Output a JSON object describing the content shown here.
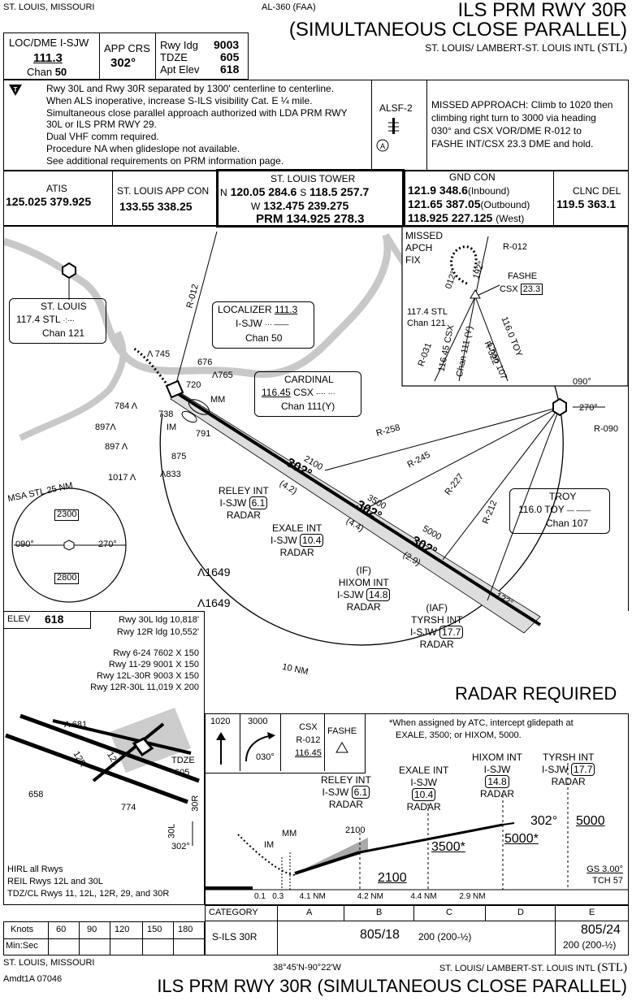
{
  "header": {
    "city_state": "ST. LOUIS, MISSOURI",
    "chart_id": "AL-360 (FAA)",
    "title_line1": "ILS PRM RWY 30R",
    "title_line2": "(SIMULTANEOUS CLOSE PARALLEL)",
    "airport": "ST. LOUIS/ LAMBERT-ST. LOUIS INTL",
    "airport_id": "(STL)",
    "loc_label": "LOC/DME I-SJW",
    "loc_freq": "111.3",
    "loc_chan_label": "Chan",
    "loc_chan": "50",
    "app_crs_label": "APP CRS",
    "app_crs": "302°",
    "rwy_ldg_label": "Rwy Idg",
    "rwy_ldg": "9003",
    "tdze_label": "TDZE",
    "tdze": "605",
    "apt_elev_label": "Apt Elev",
    "apt_elev": "618"
  },
  "notes": {
    "lines": [
      "Rwy 30L and Rwy 30R separated by 1300' centerline to centerline.",
      "When ALS inoperative, increase S-ILS visibility Cat. E ¼ mile.",
      "Simultaneous close parallel approach authorized with LDA PRM RWY",
      "30L or ILS PRM RWY 29.",
      "Dual VHF comm required.",
      "Procedure NA when glideslope not available.",
      "See additional requirements on PRM information page."
    ],
    "alsf": "ALSF-2",
    "missed_lines": [
      "MISSED APPROACH: Climb to 1020 then",
      "climbing right turn to 3000 via heading",
      "030° and CSX VOR/DME R-012 to",
      "FASHE INT/CSX 23.3 DME and hold."
    ]
  },
  "comms": {
    "atis_label": "ATIS",
    "atis_freq": "125.025  379.925",
    "app_label": "ST. LOUIS APP CON",
    "app_freq": "133.55  338.25",
    "tower_label": "ST. LOUIS TOWER",
    "tower_n_prefix": "N",
    "tower_n": "120.05  284.6",
    "tower_s_prefix": "S",
    "tower_s": "118.5  257.7",
    "tower_w_prefix": "W",
    "tower_w": "132.475  239.275",
    "tower_prm": "PRM 134.925  278.3",
    "gnd_label": "GND CON",
    "gnd_1": "121.9  348.6",
    "gnd_1_note": "(Inbound)",
    "gnd_2": "121.65  387.05",
    "gnd_2_note": "(Outbound)",
    "gnd_3": "118.925  227.125",
    "gnd_3_note": "(West)",
    "clnc_label": "CLNC DEL",
    "clnc_freq": "119.5  363.1"
  },
  "plan": {
    "st_louis_name": "ST. LOUIS",
    "st_louis_freq": "117.4",
    "st_louis_id": "STL",
    "st_louis_chan": "Chan 121",
    "loc_name": "LOCALIZER",
    "loc_freq": "111.3",
    "loc_id": "I-SJW",
    "loc_chan": "Chan 50",
    "cardinal_name": "CARDINAL",
    "cardinal_freq": "116.45",
    "cardinal_id": "CSX",
    "cardinal_chan": "Chan 111(Y)",
    "troy_name": "TROY",
    "troy_freq": "116.0",
    "troy_id": "TOY",
    "troy_chan": "Chan 107",
    "r012": "R-012",
    "r258": "R-258",
    "r245": "R-245",
    "r227": "R-227",
    "r212": "R-212",
    "r090": "R-090",
    "brg_090": "090°",
    "brg_270": "270°",
    "brg_122": "122°",
    "crs1": "302°",
    "crs2": "302°",
    "crs3": "302°",
    "alt_2100": "2100",
    "alt_3500": "3500",
    "alt_5000": "5000",
    "dist_42": "(4.2)",
    "dist_44": "(4.4)",
    "dist_29": "(2.9)",
    "relay_name": "RELEY INT",
    "relay_id": "I-SJW",
    "relay_dme": "6.1",
    "relay_radar": "RADAR",
    "exale_name": "EXALE INT",
    "exale_id": "I-SJW",
    "exale_dme": "10.4",
    "exale_radar": "RADAR",
    "hixom_if": "(IF)",
    "hixom_name": "HIXOM INT",
    "hixom_id": "I-SJW",
    "hixom_dme": "14.8",
    "hixom_radar": "RADAR",
    "tyrsh_iaf": "(IAF)",
    "tyrsh_name": "TYRSH INT",
    "tyrsh_id": "I-SJW",
    "tyrsh_dme": "17.7",
    "tyrsh_radar": "RADAR",
    "mm": "MM",
    "im": "IM",
    "obs": [
      "745",
      "676",
      "765",
      "720",
      "784",
      "738",
      "897",
      "897",
      "791",
      "875",
      "1017",
      "833",
      "1649",
      "1649"
    ],
    "msa_title": "MSA STL 25 NM",
    "msa_n": "2300",
    "msa_s": "2800",
    "msa_090": "090°",
    "msa_270": "270°",
    "ten_nm": "10 NM",
    "radar_required": "RADAR REQUIRED",
    "inset_missed": "MISSED",
    "inset_apch": "APCH",
    "inset_fix": "FIX",
    "inset_r012": "R-012",
    "inset_012": "012°",
    "inset_192": "192°",
    "inset_fashe": "FASHE",
    "inset_csx": "CSX",
    "inset_dme": "23.3",
    "inset_stl": "117.4 STL",
    "inset_chan": "Chan 121",
    "inset_r031": "R-031",
    "inset_csx_radial": "116.45 CSX",
    "inset_chan111": "Chan 111 (Y)",
    "inset_toy": "116.0 TOY",
    "inset_r322": "R-322",
    "inset_chan107": "Chan 107"
  },
  "airport": {
    "elev_label": "ELEV",
    "elev": "618",
    "rwy30l_ldg": "Rwy 30L ldg 10,818'",
    "rwy12r_ldg": "Rwy 12R ldg 10,552'",
    "runways": [
      "Rwy 6-24 7602 X 150",
      "Rwy 11-29 9001 X 150",
      "Rwy 12L-30R 9003 X 150",
      "Rwy 12R-30L 11,019 X 200"
    ],
    "obs_681": "681",
    "tdze_label": "TDZE",
    "tdze": "605",
    "obs_658": "658",
    "obs_774": "774",
    "hdg_302": "302°",
    "lbl_12r": "12R",
    "lbl_12l": "12L",
    "lbl_30r": "30R",
    "lbl_30l": "30L",
    "lighting": [
      "HIRL all Rwys",
      "REIL Rwys 12L and 30L",
      "TDZ/CL Rwys 11, 12L, 12R, 29, and 30R"
    ]
  },
  "profile": {
    "climb_1020": "1020",
    "climb_3000": "3000",
    "hdg_030": "030°",
    "csx": "CSX",
    "csx_r012": "R-012",
    "csx_freq": "116.45",
    "fashe": "FASHE",
    "note": "*When assigned by ATC, intercept glidepath at",
    "note2": "EXALE, 3500; or HIXOM, 5000.",
    "tyrsh": "TYRSH INT",
    "tyrsh_id": "I-SJW",
    "tyrsh_dme": "17.7",
    "tyrsh_radar": "RADAR",
    "hixom": "HIXOM INT",
    "hixom_id": "I-SJW",
    "hixom_dme": "14.8",
    "hixom_radar": "RADAR",
    "exale": "EXALE INT",
    "exale_id": "I-SJW",
    "exale_dme": "10.4",
    "exale_radar": "RADAR",
    "relay": "RELEY INT",
    "relay_id": "I-SJW",
    "relay_dme": "6.1",
    "relay_radar": "RADAR",
    "crs": "302°",
    "alt_5000": "5000",
    "alt_5000s": "5000*",
    "alt_3500s": "3500*",
    "alt_2100": "2100",
    "alt_2100u": "2100",
    "mm": "MM",
    "im": "IM",
    "gs": "GS 3.00°",
    "tch": "TCH 57",
    "dist": [
      "0.1",
      "0.3",
      "4.1 NM",
      "4.2 NM",
      "4.4 NM",
      "2.9 NM"
    ]
  },
  "minimums": {
    "category_label": "CATEGORY",
    "categories": [
      "A",
      "B",
      "C",
      "D",
      "E"
    ],
    "approach": "S-ILS 30R",
    "abcd": "805/18",
    "abcd_ha": "200 (200-½)",
    "e": "805/24",
    "e_ha": "200 (200-½)"
  },
  "timing": {
    "knots_label": "Knots",
    "minsec_label": "Min:Sec",
    "speeds": [
      "60",
      "90",
      "120",
      "150",
      "180"
    ]
  },
  "footer": {
    "city_state": "ST. LOUIS, MISSOURI",
    "amdt": "Amdt1A  07046",
    "coords": "38°45'N-90°22'W",
    "airport": "ST. LOUIS/ LAMBERT-ST. LOUIS INTL",
    "airport_id": "(STL)",
    "title": "ILS PRM RWY 30R (SIMULTANEOUS CLOSE PARALLEL)"
  }
}
